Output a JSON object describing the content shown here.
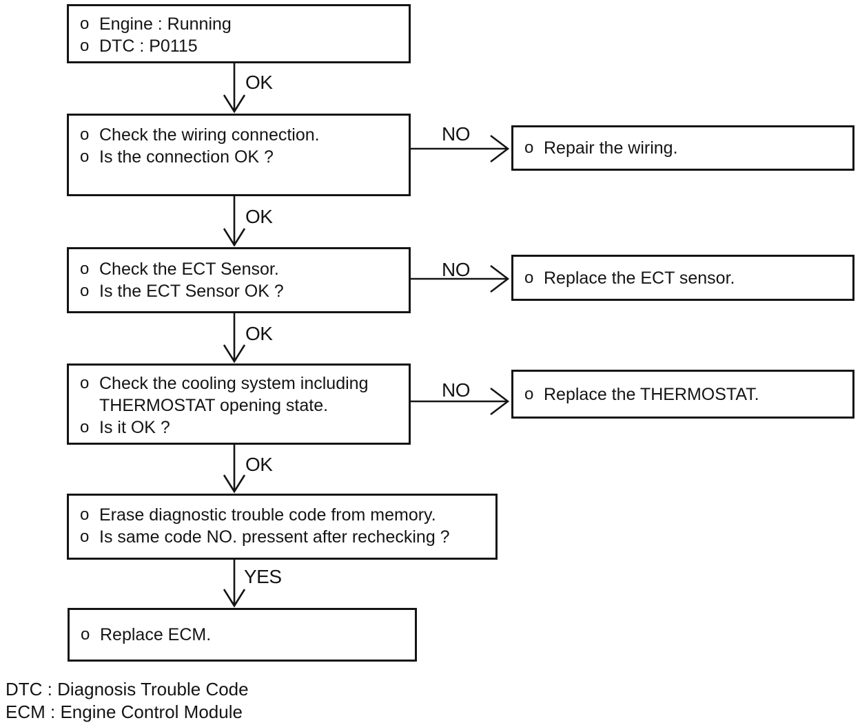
{
  "page": {
    "background_color": "#ffffff",
    "ink_color": "#141414"
  },
  "flowchart": {
    "nodes": [
      {
        "id": "start",
        "lines": [
          {
            "bullet": "o",
            "text": "Engine : Running"
          },
          {
            "bullet": "o",
            "text": "DTC : P0115"
          }
        ]
      },
      {
        "id": "check-wiring",
        "lines": [
          {
            "bullet": "o",
            "text": "Check the wiring connection."
          },
          {
            "bullet": "o",
            "text": "Is the connection OK ?"
          }
        ]
      },
      {
        "id": "repair-wiring",
        "lines": [
          {
            "bullet": "o",
            "text": "Repair the wiring."
          }
        ]
      },
      {
        "id": "check-ect-sensor",
        "lines": [
          {
            "bullet": "o",
            "text": "Check the ECT Sensor."
          },
          {
            "bullet": "o",
            "text": "Is the ECT Sensor OK ?"
          }
        ]
      },
      {
        "id": "replace-ect-sensor",
        "lines": [
          {
            "bullet": "o",
            "text": "Replace the ECT sensor."
          }
        ]
      },
      {
        "id": "check-cooling",
        "lines": [
          {
            "bullet": "o",
            "text": "Check the cooling system including"
          },
          {
            "bullet": "",
            "text": "THERMOSTAT opening state."
          },
          {
            "bullet": "o",
            "text": "Is it OK ?"
          }
        ]
      },
      {
        "id": "replace-thermostat",
        "lines": [
          {
            "bullet": "o",
            "text": "Replace the THERMOSTAT."
          }
        ]
      },
      {
        "id": "erase-dtc",
        "lines": [
          {
            "bullet": "o",
            "text": "Erase diagnostic trouble code from memory."
          },
          {
            "bullet": "o",
            "text": "Is same code NO. pressent after rechecking ?"
          }
        ]
      },
      {
        "id": "replace-ecm",
        "lines": [
          {
            "bullet": "o",
            "text": "Replace ECM."
          }
        ]
      }
    ],
    "edge_labels": [
      {
        "id": "ok1",
        "text": "OK"
      },
      {
        "id": "no1",
        "text": "NO"
      },
      {
        "id": "ok2",
        "text": "OK"
      },
      {
        "id": "no2",
        "text": "NO"
      },
      {
        "id": "ok3",
        "text": "OK"
      },
      {
        "id": "no3",
        "text": "NO"
      },
      {
        "id": "ok4",
        "text": "OK"
      },
      {
        "id": "yes",
        "text": "YES"
      }
    ],
    "legend": [
      {
        "text": "DTC : Diagnosis Trouble Code"
      },
      {
        "text": "ECM : Engine Control Module"
      }
    ]
  }
}
